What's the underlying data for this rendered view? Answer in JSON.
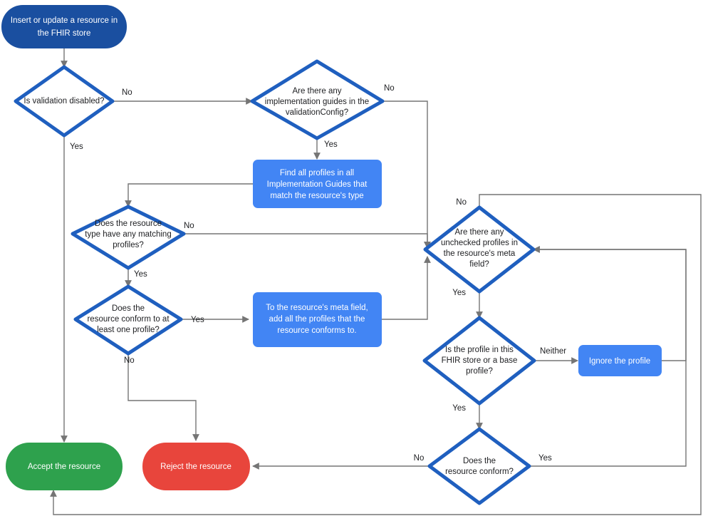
{
  "diagram": {
    "title": "FHIR store resource validation flowchart",
    "colors": {
      "start_fill": "#1A4FA0",
      "process_fill": "#4285F4",
      "accept_fill": "#2EA14D",
      "reject_fill": "#E8453C",
      "diamond_stroke": "#1F5FBF",
      "diamond_fill": "#FFFFFF",
      "edge_stroke": "#757575",
      "text_dark": "#202124",
      "text_light": "#FFFFFF",
      "background": "#FFFFFF"
    },
    "nodes": [
      {
        "id": "start",
        "type": "terminator",
        "lines": [
          "Insert or update a resource in",
          "the FHIR store"
        ]
      },
      {
        "id": "validation-disabled",
        "type": "decision",
        "lines": [
          "Is validation disabled?"
        ]
      },
      {
        "id": "implementation-guides",
        "type": "decision",
        "lines": [
          "Are there any",
          "implementation guides in the",
          "validationConfig?"
        ]
      },
      {
        "id": "find-profiles",
        "type": "process",
        "lines": [
          "Find all profiles in all",
          "Implementation Guides that",
          "match the resource's type"
        ]
      },
      {
        "id": "matching-profiles",
        "type": "decision",
        "lines": [
          "Does the resource",
          "type have any matching",
          "profiles?"
        ]
      },
      {
        "id": "conform-one-profile",
        "type": "decision",
        "lines": [
          "Does the",
          "resource conform to at",
          "least one profile?"
        ]
      },
      {
        "id": "add-profiles-meta",
        "type": "process",
        "lines": [
          "To the resource's meta field,",
          "add all the profiles that the",
          "resource conforms to."
        ]
      },
      {
        "id": "unchecked-profiles",
        "type": "decision",
        "lines": [
          "Are there any",
          "unchecked profiles in",
          "the resource's meta",
          "field?"
        ]
      },
      {
        "id": "profile-in-store",
        "type": "decision",
        "lines": [
          "Is the profile in this",
          "FHIR store or a base",
          "profile?"
        ]
      },
      {
        "id": "ignore-profile",
        "type": "process",
        "lines": [
          "Ignore the profile"
        ]
      },
      {
        "id": "resource-conform",
        "type": "decision",
        "lines": [
          "Does the",
          "resource conform?"
        ]
      },
      {
        "id": "accept",
        "type": "terminator",
        "lines": [
          "Accept the resource"
        ]
      },
      {
        "id": "reject",
        "type": "terminator",
        "lines": [
          "Reject the resource"
        ]
      }
    ],
    "edge_labels": {
      "validation_no": "No",
      "validation_yes": "Yes",
      "guides_no": "No",
      "guides_yes": "Yes",
      "matching_no": "No",
      "matching_yes": "Yes",
      "conform_one_yes": "Yes",
      "conform_one_no": "No",
      "unchecked_no": "No",
      "unchecked_yes": "Yes",
      "profile_neither": "Neither",
      "profile_yes": "Yes",
      "conform_no": "No",
      "conform_yes": "Yes"
    }
  }
}
